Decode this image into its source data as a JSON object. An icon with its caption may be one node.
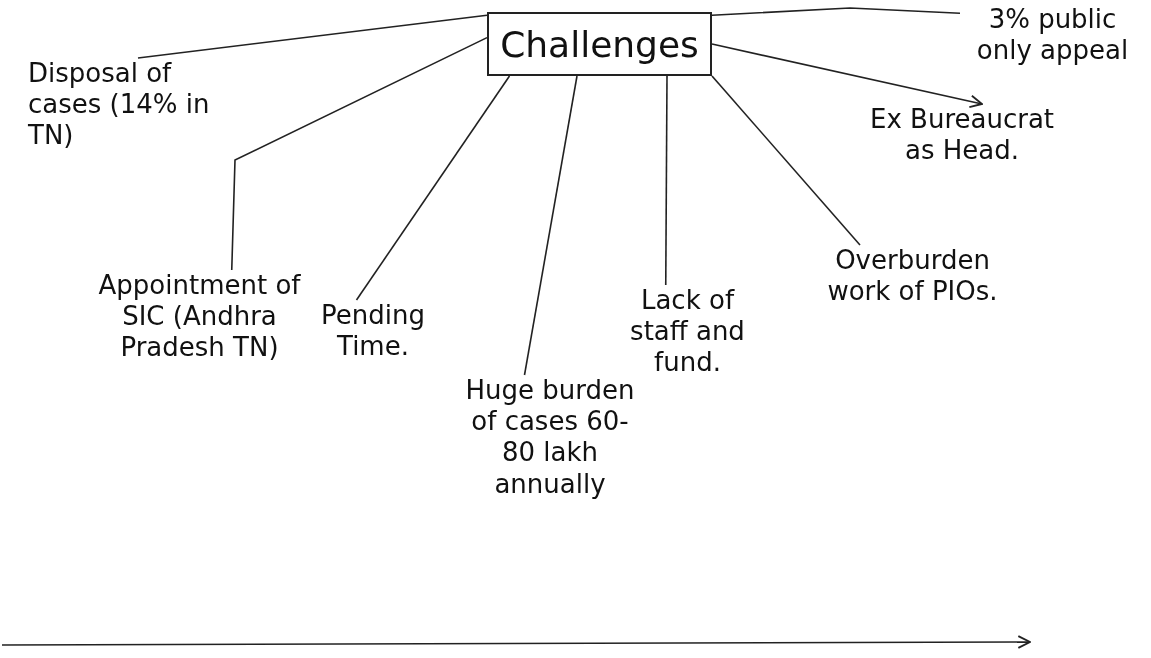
{
  "diagram": {
    "nodes": [
      {
        "text": [
          "Challenges"
        ]
      },
      {
        "text": [
          "Disposal of cases (14% in TN)"
        ]
      },
      {
        "text": [
          "3% public only appeal"
        ]
      },
      {
        "text": [
          "Ex Bureaucrat as Head."
        ]
      },
      {
        "text": [
          "Appointment of SIC (Andhra Pradesh TN)"
        ]
      },
      {
        "text": [
          "Pending Time."
        ]
      },
      {
        "text": [
          "Huge burden of cases 60-80 lakh annually"
        ]
      },
      {
        "text": [
          "Lack of staff and fund."
        ]
      },
      {
        "text": [
          "Overburden work of PIOs."
        ]
      }
    ],
    "edges": [
      {
        "from": 0,
        "to": 1,
        "arrow": "none"
      },
      {
        "from": 0,
        "to": 2,
        "arrow": "none"
      },
      {
        "from": 0,
        "to": 3,
        "arrow": "to"
      },
      {
        "from": 0,
        "to": 4,
        "arrow": "none"
      },
      {
        "from": 0,
        "to": 5,
        "arrow": "none"
      },
      {
        "from": 0,
        "to": 6,
        "arrow": "none"
      },
      {
        "from": 0,
        "to": 7,
        "arrow": "none"
      },
      {
        "from": 0,
        "to": 8,
        "arrow": "none"
      }
    ]
  }
}
